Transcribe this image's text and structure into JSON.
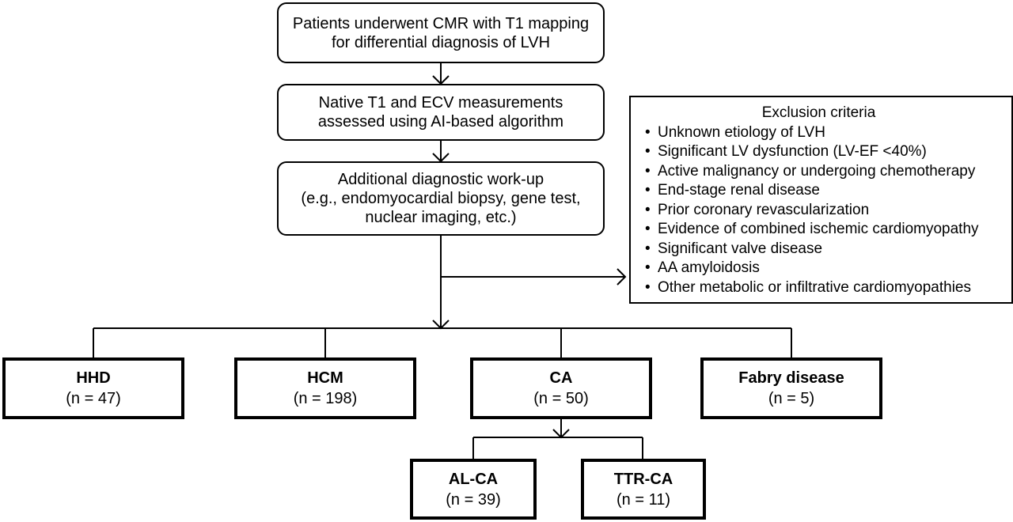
{
  "steps": [
    {
      "lines": [
        "Patients underwent CMR with T1 mapping",
        "for differential diagnosis of LVH"
      ]
    },
    {
      "lines": [
        "Native T1 and ECV measurements",
        "assessed using AI-based algorithm"
      ]
    },
    {
      "lines": [
        "Additional diagnostic work-up",
        "(e.g., endomyocardial biopsy, gene test,",
        "nuclear imaging, etc.)"
      ]
    }
  ],
  "exclusion": {
    "title": "Exclusion criteria",
    "items": [
      "Unknown etiology of LVH",
      "Significant LV dysfunction (LV-EF <40%)",
      "Active malignancy or undergoing chemotherapy",
      "End-stage renal disease",
      "Prior coronary revascularization",
      "Evidence of combined ischemic cardiomyopathy",
      "Significant valve disease",
      "AA amyloidosis",
      "Other metabolic or infiltrative cardiomyopathies"
    ]
  },
  "groups": [
    {
      "name": "HHD",
      "count": "(n = 47)"
    },
    {
      "name": "HCM",
      "count": "(n = 198)"
    },
    {
      "name": "CA",
      "count": "(n = 50)"
    },
    {
      "name": "Fabry disease",
      "count": "(n = 5)"
    }
  ],
  "subgroups": [
    {
      "name": "AL-CA",
      "count": "(n = 39)"
    },
    {
      "name": "TTR-CA",
      "count": "(n = 11)"
    }
  ]
}
